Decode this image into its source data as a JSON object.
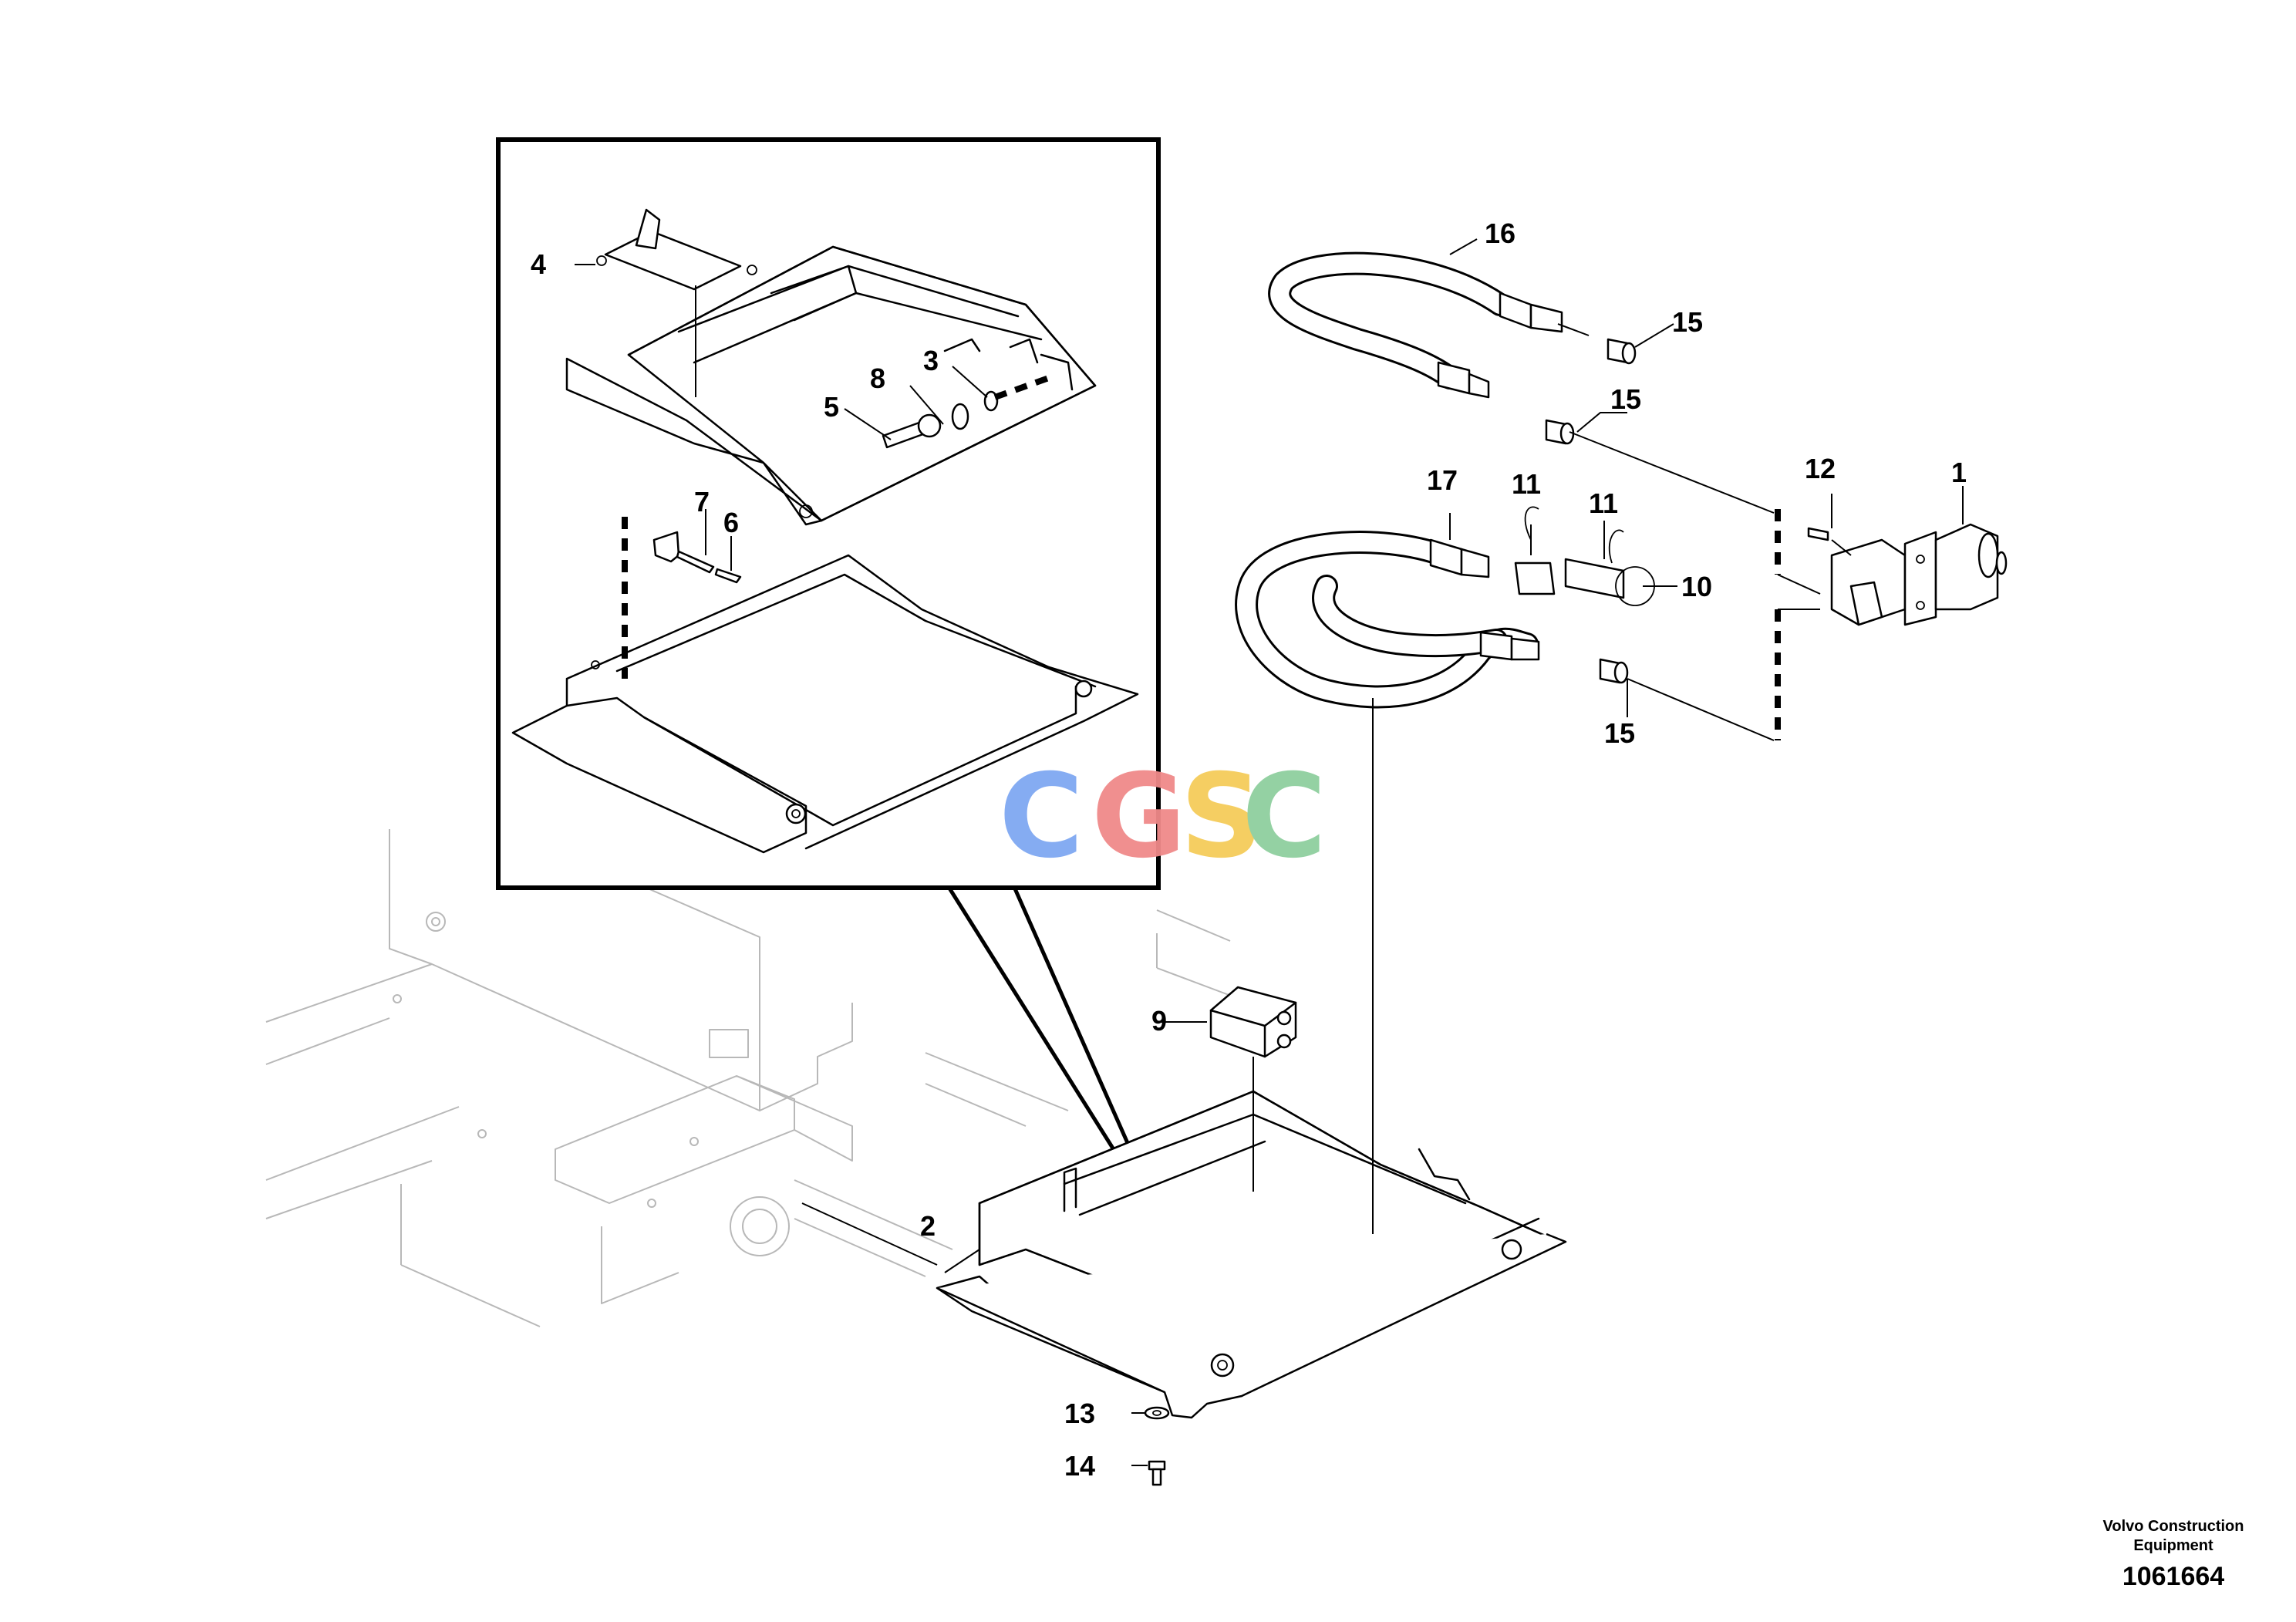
{
  "watermark": {
    "letters": [
      "C",
      "G",
      "S",
      "C"
    ],
    "colors": [
      "#7fa8f2",
      "#f08a8a",
      "#f5cc5a",
      "#8fcf9f"
    ]
  },
  "callouts": [
    {
      "id": "c1",
      "label": "1"
    },
    {
      "id": "c2",
      "label": "2"
    },
    {
      "id": "c3",
      "label": "3"
    },
    {
      "id": "c4",
      "label": "4"
    },
    {
      "id": "c5",
      "label": "5"
    },
    {
      "id": "c6",
      "label": "6"
    },
    {
      "id": "c7",
      "label": "7"
    },
    {
      "id": "c8",
      "label": "8"
    },
    {
      "id": "c9",
      "label": "9"
    },
    {
      "id": "c10",
      "label": "10"
    },
    {
      "id": "c11a",
      "label": "11"
    },
    {
      "id": "c11b",
      "label": "11"
    },
    {
      "id": "c12",
      "label": "12"
    },
    {
      "id": "c13",
      "label": "13"
    },
    {
      "id": "c14",
      "label": "14"
    },
    {
      "id": "c15a",
      "label": "15"
    },
    {
      "id": "c15b",
      "label": "15"
    },
    {
      "id": "c15c",
      "label": "15"
    },
    {
      "id": "c16",
      "label": "16"
    },
    {
      "id": "c17",
      "label": "17"
    }
  ],
  "footer": {
    "publisher_line1": "Volvo Construction",
    "publisher_line2": "Equipment",
    "document_number": "1061664"
  }
}
